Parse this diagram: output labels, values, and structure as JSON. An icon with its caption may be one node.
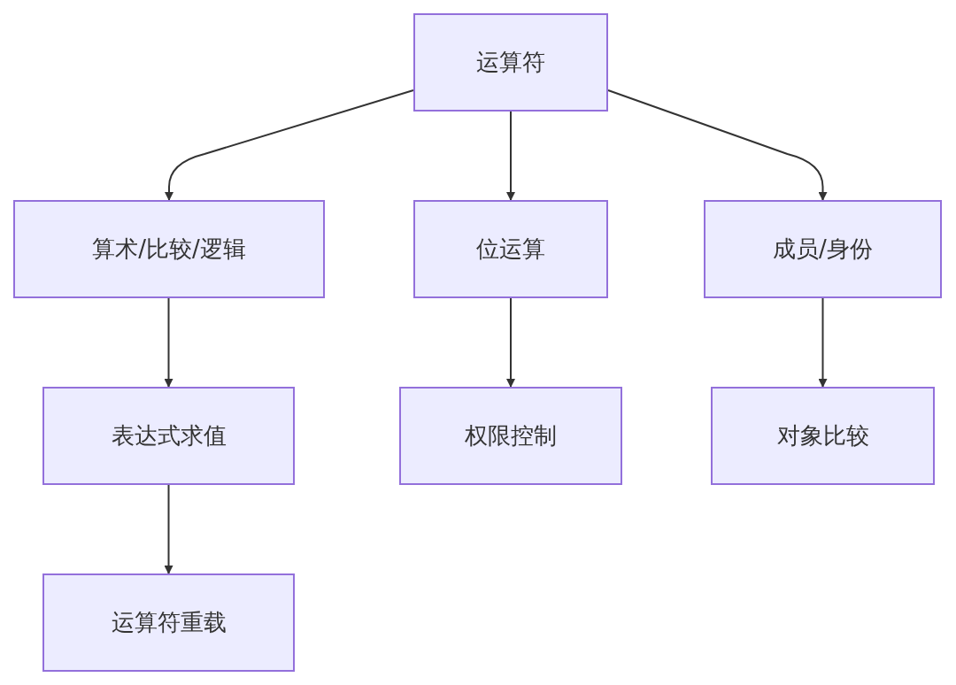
{
  "diagram": {
    "nodes": [
      {
        "text": [
          "运算符"
        ]
      },
      {
        "text": [
          "算术/比较/逻辑"
        ]
      },
      {
        "text": [
          "位运算"
        ]
      },
      {
        "text": [
          "成员/身份"
        ]
      },
      {
        "text": [
          "表达式求值"
        ]
      },
      {
        "text": [
          "权限控制"
        ]
      },
      {
        "text": [
          "对象比较"
        ]
      },
      {
        "text": [
          "运算符重载"
        ]
      }
    ],
    "edges": [
      {
        "from": 0,
        "to": 1,
        "arrow": "to"
      },
      {
        "from": 0,
        "to": 2,
        "arrow": "to"
      },
      {
        "from": 0,
        "to": 3,
        "arrow": "to"
      },
      {
        "from": 1,
        "to": 4,
        "arrow": "to"
      },
      {
        "from": 4,
        "to": 7,
        "arrow": "to"
      },
      {
        "from": 2,
        "to": 5,
        "arrow": "to"
      },
      {
        "from": 3,
        "to": 6,
        "arrow": "to"
      }
    ]
  }
}
